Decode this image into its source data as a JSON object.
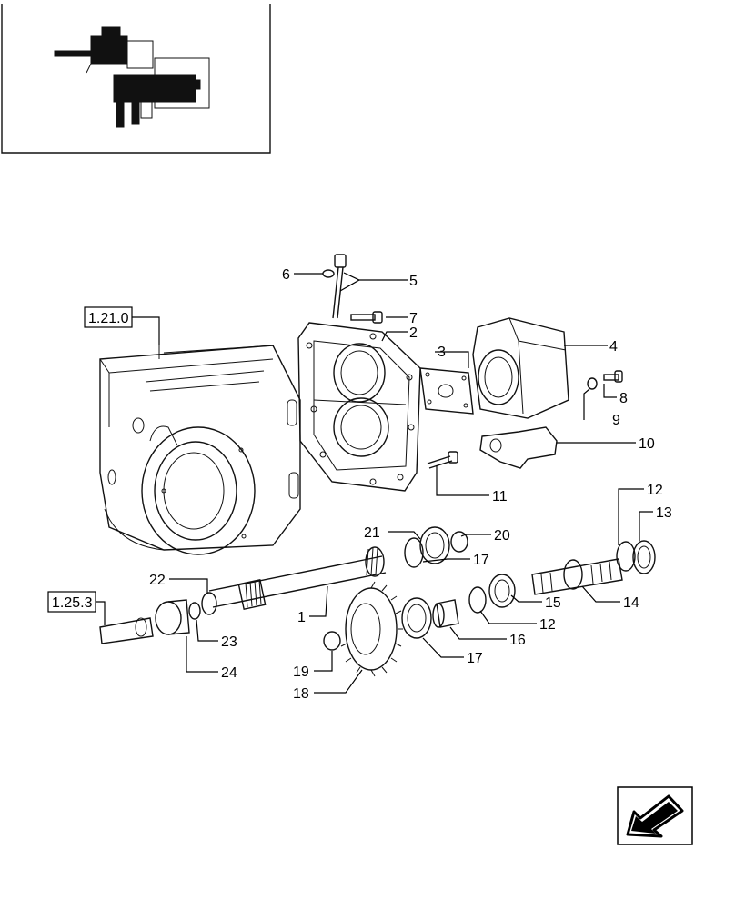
{
  "thumbnail": {
    "icon": "tractor-location-thumbnail"
  },
  "references": [
    {
      "id": "ref-1-21-0",
      "text": "1.21.0"
    },
    {
      "id": "ref-1-25-3",
      "text": "1.25.3"
    }
  ],
  "callouts": [
    {
      "id": "1",
      "text": "1"
    },
    {
      "id": "2",
      "text": "2"
    },
    {
      "id": "3",
      "text": "3"
    },
    {
      "id": "4",
      "text": "4"
    },
    {
      "id": "5",
      "text": "5"
    },
    {
      "id": "6",
      "text": "6"
    },
    {
      "id": "7",
      "text": "7"
    },
    {
      "id": "8",
      "text": "8"
    },
    {
      "id": "9",
      "text": "9"
    },
    {
      "id": "10",
      "text": "10"
    },
    {
      "id": "11",
      "text": "11"
    },
    {
      "id": "12a",
      "text": "12"
    },
    {
      "id": "12b",
      "text": "12"
    },
    {
      "id": "13",
      "text": "13"
    },
    {
      "id": "14",
      "text": "14"
    },
    {
      "id": "15",
      "text": "15"
    },
    {
      "id": "16",
      "text": "16"
    },
    {
      "id": "17a",
      "text": "17"
    },
    {
      "id": "17b",
      "text": "17"
    },
    {
      "id": "18",
      "text": "18"
    },
    {
      "id": "19",
      "text": "19"
    },
    {
      "id": "20",
      "text": "20"
    },
    {
      "id": "21",
      "text": "21"
    },
    {
      "id": "22",
      "text": "22"
    },
    {
      "id": "23",
      "text": "23"
    },
    {
      "id": "24",
      "text": "24"
    }
  ],
  "nav": {
    "icon": "previous-page-arrow-icon"
  }
}
